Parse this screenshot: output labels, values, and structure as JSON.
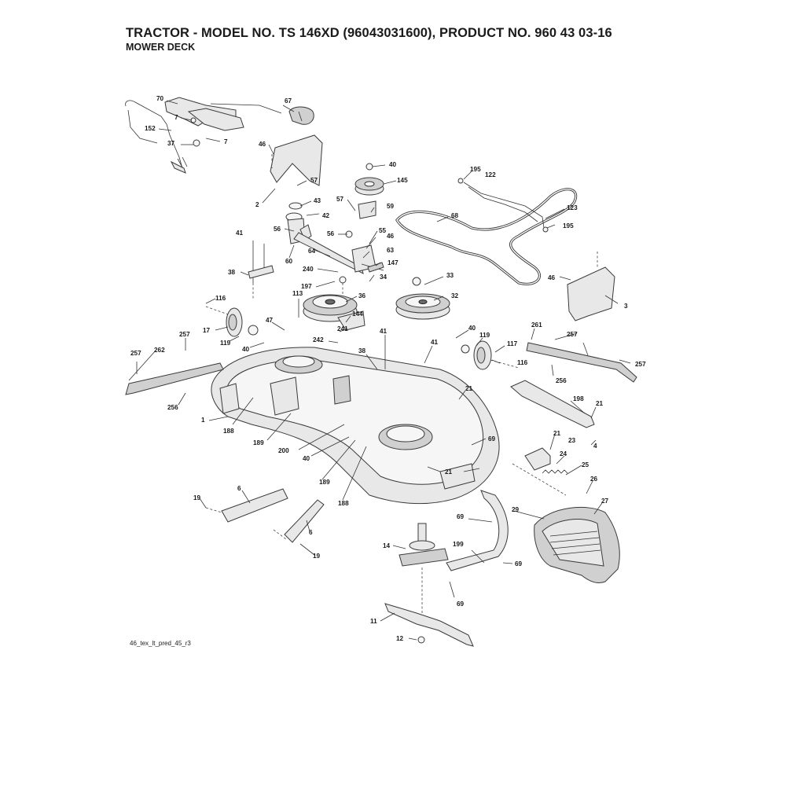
{
  "header": {
    "title": "TRACTOR - MODEL NO. TS 146XD (96043031600), PRODUCT NO. 960 43 03-16",
    "subtitle": "MOWER DECK"
  },
  "footer": {
    "code": "46_tex_lt_pred_45_r3"
  },
  "callouts": [
    "70",
    "67",
    "7",
    "152",
    "37",
    "7",
    "46",
    "2",
    "40",
    "145",
    "57",
    "43",
    "42",
    "57",
    "59",
    "195",
    "122",
    "68",
    "123",
    "195",
    "56",
    "56",
    "55",
    "46",
    "63",
    "147",
    "41",
    "60",
    "64",
    "38",
    "240",
    "34",
    "197",
    "33",
    "36",
    "32",
    "46",
    "3",
    "116",
    "113",
    "47",
    "144",
    "17",
    "241",
    "119",
    "40",
    "242",
    "257",
    "41",
    "38",
    "41",
    "40",
    "119",
    "117",
    "261",
    "257",
    "257",
    "262",
    "116",
    "257",
    "256",
    "21",
    "256",
    "198",
    "21",
    "1",
    "188",
    "189",
    "200",
    "40",
    "69",
    "21",
    "23",
    "4",
    "24",
    "25",
    "21",
    "189",
    "188",
    "6",
    "19",
    "6",
    "19",
    "26",
    "27",
    "69",
    "29",
    "14",
    "199",
    "69",
    "69",
    "11",
    "12"
  ]
}
